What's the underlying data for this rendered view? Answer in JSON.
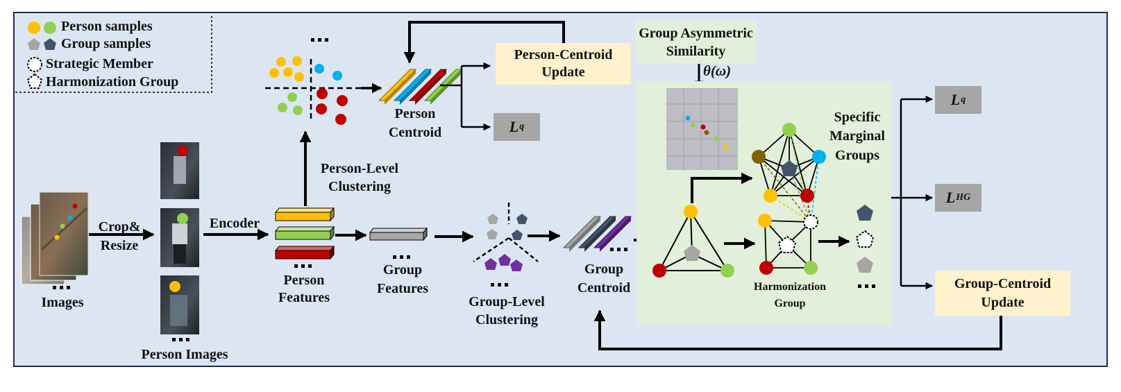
{
  "legend": {
    "person_samples": "Person samples",
    "group_samples": "Group samples",
    "strategic_member": "Strategic Member",
    "harmonization_group": "Harmonization Group"
  },
  "labels": {
    "images": "Images",
    "crop_resize_1": "Crop&",
    "crop_resize_2": "Resize",
    "person_images": "Person Images",
    "encoder": "Encoder",
    "person_features_1": "Person",
    "person_features_2": "Features",
    "group_features_1": "Group",
    "group_features_2": "Features",
    "group_clustering_1": "Group-Level",
    "group_clustering_2": "Clustering",
    "group_centroid_1": "Group",
    "group_centroid_2": "Centroid",
    "person_clustering_1": "Person-Level",
    "person_clustering_2": "Clustering",
    "person_centroid_1": "Person",
    "person_centroid_2": "Centroid",
    "person_centroid_update_1": "Person-Centroid",
    "person_centroid_update_2": "Update",
    "gas_1": "Group Asymmetric",
    "gas_2": "Similarity",
    "theta": "θ(ω)",
    "smg_1": "Specific",
    "smg_2": "Marginal",
    "smg_3": "Groups",
    "hg_1": "Harmonization",
    "hg_2": "Group",
    "group_centroid_update_1": "Group-Centroid",
    "group_centroid_update_2": "Update",
    "loss_q": "L",
    "loss_q_sub": "q",
    "loss_hg": "L",
    "loss_hg_sub": "HG",
    "ellipsis": "···"
  },
  "colors": {
    "background": "#dce6f2",
    "yellow": "#ffc000",
    "green": "#92d050",
    "blue": "#00b0f0",
    "red": "#c00000",
    "gray": "#a6a6a6",
    "slate": "#44546a",
    "purple": "#7030a0",
    "brown": "#7f6000",
    "update_box": "#fff2cc",
    "similarity_box": "#e2efda",
    "graph_panel": "#e2efda"
  }
}
